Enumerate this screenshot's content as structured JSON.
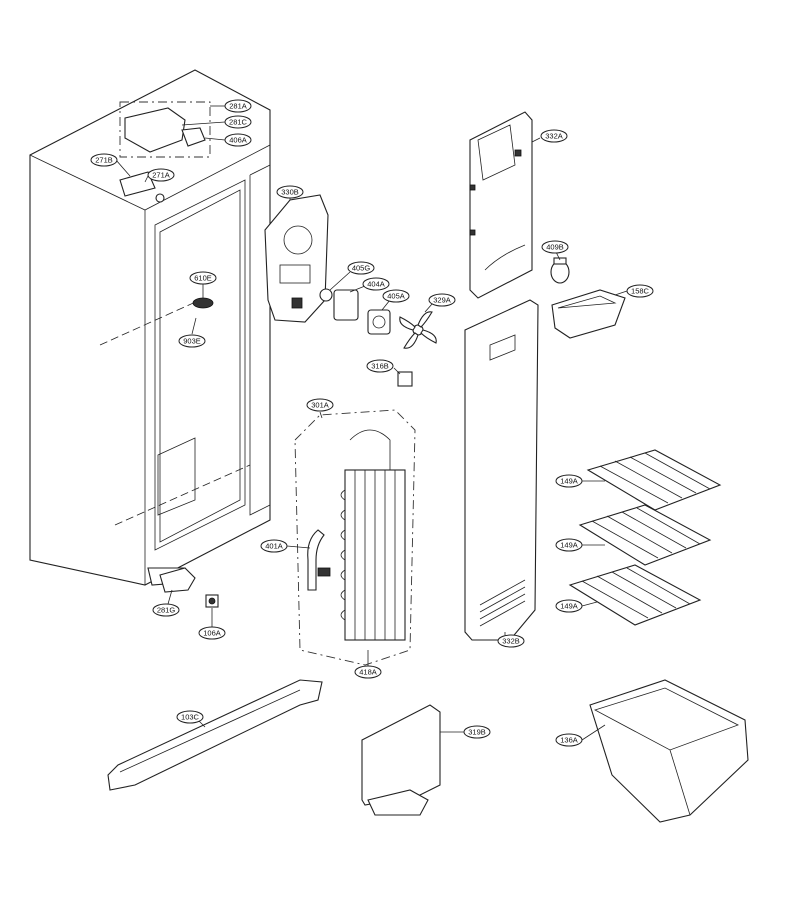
{
  "callouts": {
    "c281A": "281A",
    "c281C": "281C",
    "c406A": "406A",
    "c271B": "271B",
    "c271A": "271A",
    "c610E": "610E",
    "c903E": "903E",
    "c330B": "330B",
    "c405G": "405G",
    "c404A": "404A",
    "c405A": "405A",
    "c329A": "329A",
    "c332A": "332A",
    "c409B": "409B",
    "c158C": "158C",
    "c316B": "316B",
    "c301A": "301A",
    "c401A": "401A",
    "c418A": "418A",
    "c332B": "332B",
    "c149A_1": "149A",
    "c149A_2": "149A",
    "c149A_3": "149A",
    "c281G": "281G",
    "c106A": "106A",
    "c103C": "103C",
    "c319B": "319B",
    "c136A": "136A"
  }
}
